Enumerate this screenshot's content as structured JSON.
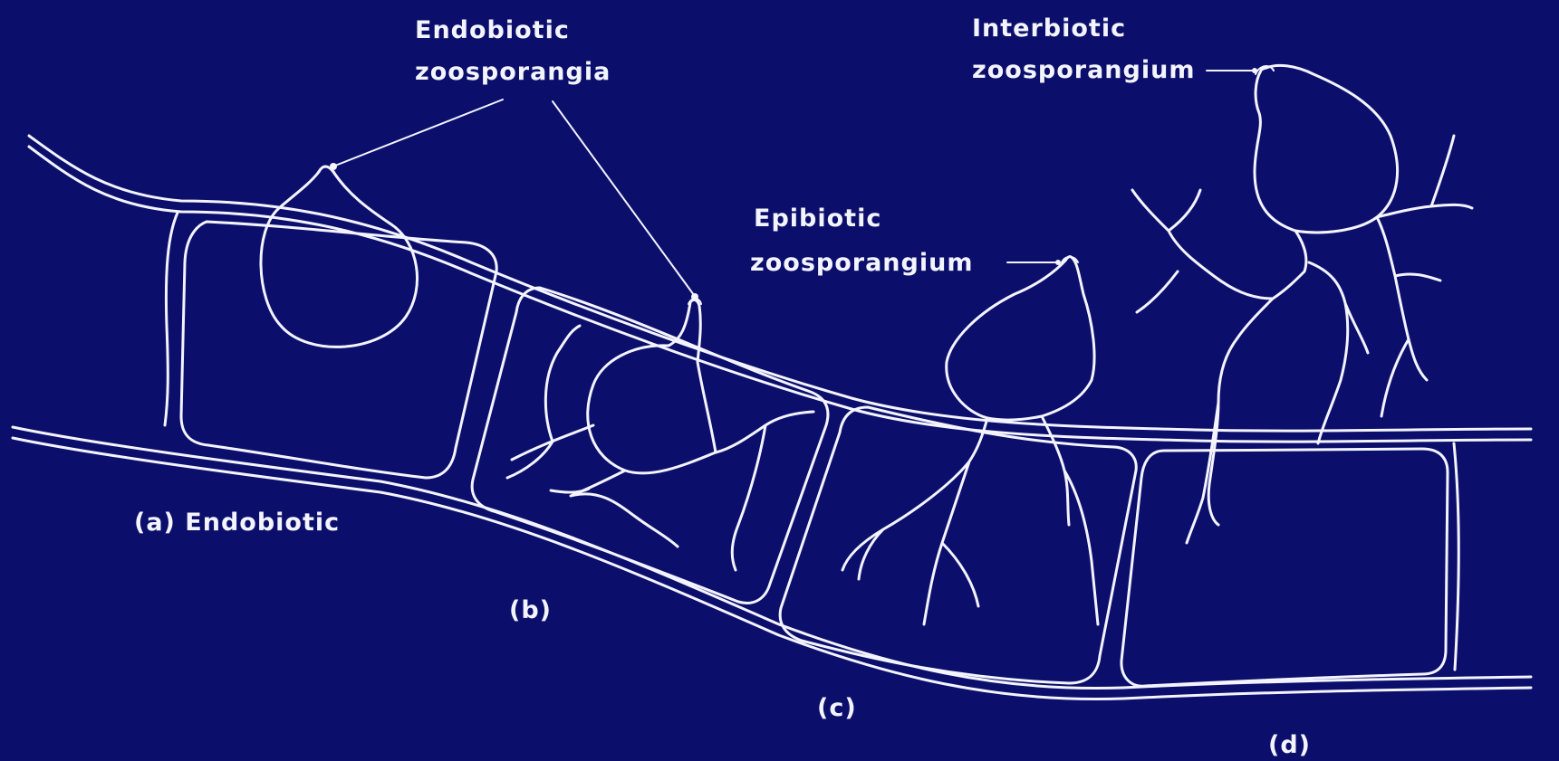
{
  "colors": {
    "background": "#0b0f6b",
    "ink": "#f4f4ff"
  },
  "labels": {
    "endobiotic_line1": "Endobiotic",
    "endobiotic_line2": "zoosporangia",
    "interbiotic_line1": "Interbiotic",
    "interbiotic_line2": "zoosporangium",
    "epibiotic_line1": "Epibiotic",
    "epibiotic_line2": "zoosporangium",
    "panel_a": "(a) Endobiotic",
    "panel_b": "(b)",
    "panel_c": "(c)",
    "panel_d": "(d)"
  }
}
